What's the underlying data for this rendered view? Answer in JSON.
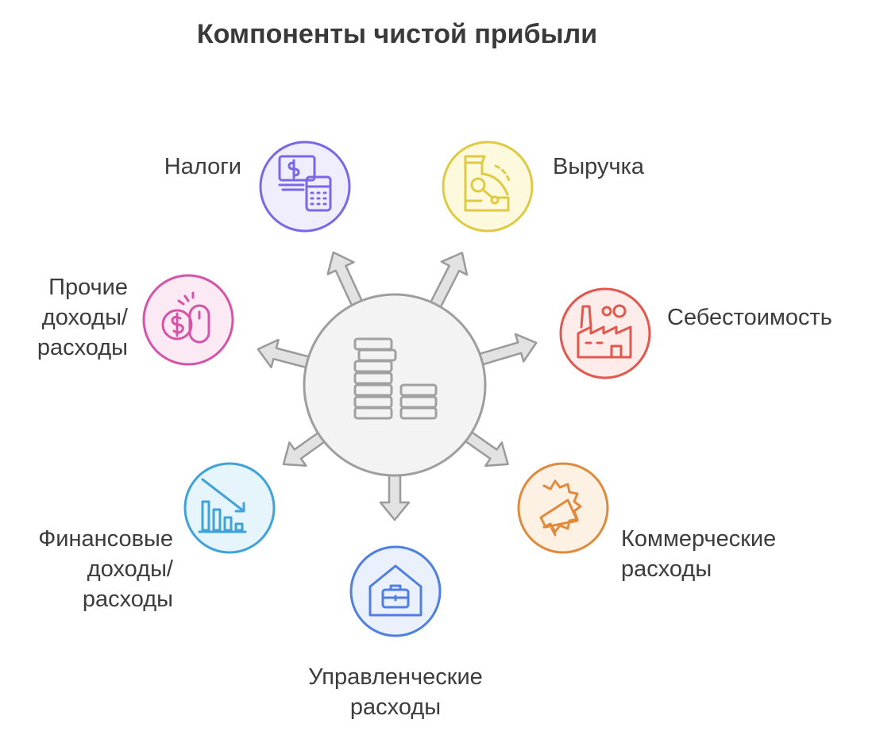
{
  "title": "Компоненты чистой прибыли",
  "center": {
    "icon": "coin-stacks-icon"
  },
  "nodes": [
    {
      "id": "taxes",
      "label_lines": [
        "Налоги"
      ],
      "icon": "money-calculator-icon",
      "color": "#7b68e6",
      "fill": "#f0eefd"
    },
    {
      "id": "revenue",
      "label_lines": [
        "Выручка"
      ],
      "icon": "cash-register-icon",
      "color": "#dfca45",
      "fill": "#fdf9dc"
    },
    {
      "id": "cost",
      "label_lines": [
        "Себестоимость"
      ],
      "icon": "factory-icon",
      "color": "#e0584e",
      "fill": "#fdecea"
    },
    {
      "id": "commercial",
      "label_lines": [
        "Коммерческие",
        "расходы"
      ],
      "icon": "megaphone-icon",
      "color": "#e08a3e",
      "fill": "#fdf1e4"
    },
    {
      "id": "admin",
      "label_lines": [
        "Управленческие",
        "расходы"
      ],
      "icon": "briefcase-house-icon",
      "color": "#4f7fe0",
      "fill": "#eaf0fc"
    },
    {
      "id": "financial",
      "label_lines": [
        "Финансовые",
        "доходы/",
        "расходы"
      ],
      "icon": "declining-chart-icon",
      "color": "#3fa2d8",
      "fill": "#e6f4fb"
    },
    {
      "id": "other",
      "label_lines": [
        "Прочие",
        "доходы/",
        "расходы"
      ],
      "icon": "coin-mouse-icon",
      "color": "#d455a8",
      "fill": "#fbe9f4"
    }
  ]
}
